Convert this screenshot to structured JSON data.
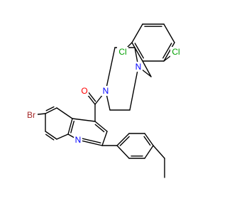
{
  "molecule": {
    "colors": {
      "bond": "#000000",
      "carbon": "#000000",
      "nitrogen": "#0000ff",
      "oxygen": "#ff0000",
      "chlorine": "#00a000",
      "bromine": "#a52a2a"
    },
    "labels": {
      "cl_left": "Cl",
      "cl_right": "Cl",
      "n_piperazine_right": "N",
      "n_piperazine_left": "N",
      "o_carbonyl": "O",
      "br": "Br",
      "n_quinoline": "N"
    }
  }
}
